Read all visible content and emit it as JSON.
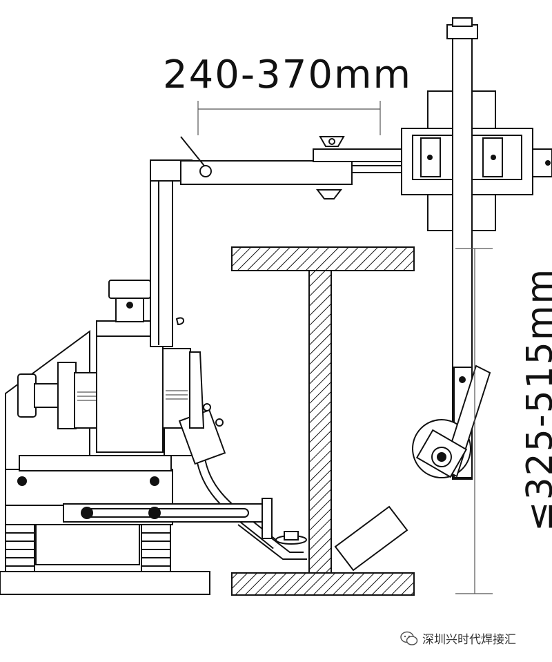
{
  "dimensions": {
    "width_range": "240-370mm",
    "height_range": "≤325-515mm"
  },
  "watermark": {
    "text": "深圳兴时代焊接汇"
  },
  "colors": {
    "line": "#111111",
    "background": "#ffffff",
    "hatch": "#111111"
  },
  "icons": {
    "watermark_icon": "wechat-icon"
  }
}
